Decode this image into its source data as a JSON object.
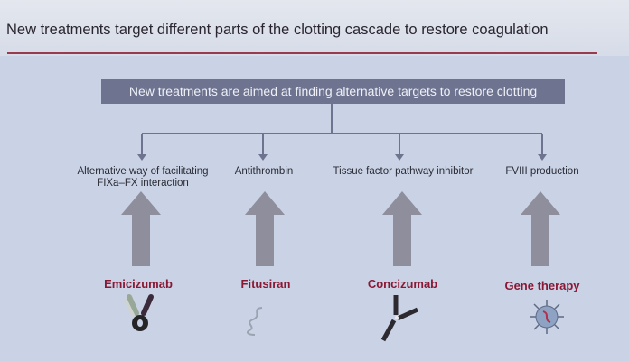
{
  "slide": {
    "title": "New treatments target different parts of the clotting cascade to restore coagulation",
    "summary_box": "New treatments are aimed at finding alternative targets to restore clotting",
    "targets": [
      {
        "line1": "Alternative way of facilitating",
        "line2": "FIXa–FX interaction"
      },
      {
        "line1": "Antithrombin"
      },
      {
        "line1": "Tissue factor pathway inhibitor"
      },
      {
        "line1": "FVIII production"
      }
    ],
    "treatments": [
      {
        "label": "Emicizumab",
        "icon": "bispecific-antibody-icon"
      },
      {
        "label": "Fitusiran",
        "icon": "sirna-strand-icon"
      },
      {
        "label": "Concizumab",
        "icon": "antibody-icon"
      },
      {
        "label": "Gene therapy",
        "icon": "virus-vector-icon"
      }
    ],
    "colors": {
      "accent": "#8a1834",
      "box": "#6e7390",
      "arrow": "#8e8e9c",
      "background": "#c9d3e5"
    }
  }
}
